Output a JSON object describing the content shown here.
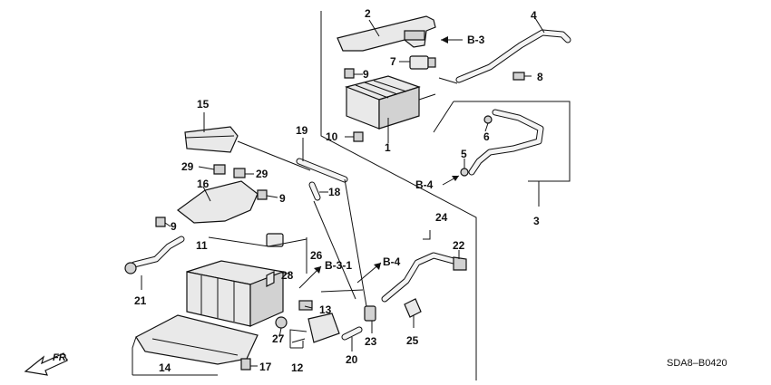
{
  "callouts": {
    "c1": "1",
    "c2": "2",
    "c3": "3",
    "c4": "4",
    "c5": "5",
    "c6": "6",
    "c7": "7",
    "c8": "8",
    "c9a": "9",
    "c9b": "9",
    "c9c": "9",
    "c10": "10",
    "c11": "11",
    "c12": "12",
    "c13": "13",
    "c14": "14",
    "c15": "15",
    "c16": "16",
    "c17": "17",
    "c18": "18",
    "c19": "19",
    "c20": "20",
    "c21": "21",
    "c22": "22",
    "c23": "23",
    "c24": "24",
    "c25": "25",
    "c26": "26",
    "c27": "27",
    "c28": "28",
    "c29a": "29",
    "c29b": "29"
  },
  "references": {
    "b3_top": "B-3",
    "b4_left": "B-4",
    "b31": "B-3-1",
    "b4_right": "B-4"
  },
  "front_marker": "FR.",
  "diagram_code": "SDA8–B0420"
}
